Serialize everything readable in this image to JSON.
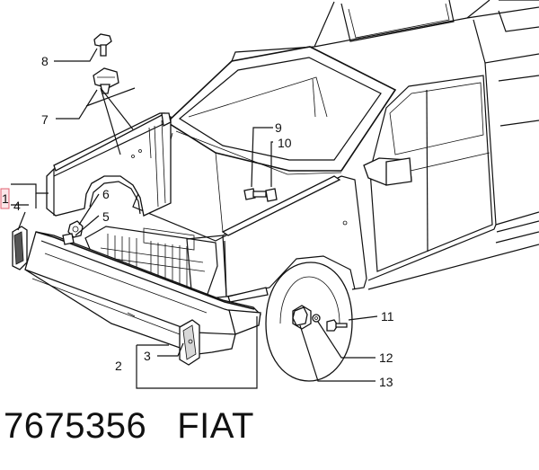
{
  "callouts": {
    "c1": "1",
    "c2": "2",
    "c3": "3",
    "c4": "4",
    "c5": "5",
    "c6": "6",
    "c7": "7",
    "c8": "8",
    "c9": "9",
    "c10": "10",
    "c11": "11",
    "c12": "12",
    "c13": "13"
  },
  "footer": {
    "part_code": "7675356",
    "brand": "FIAT"
  },
  "colors": {
    "line": "#111111",
    "highlight_box": "#e06070",
    "background": "#ffffff"
  }
}
